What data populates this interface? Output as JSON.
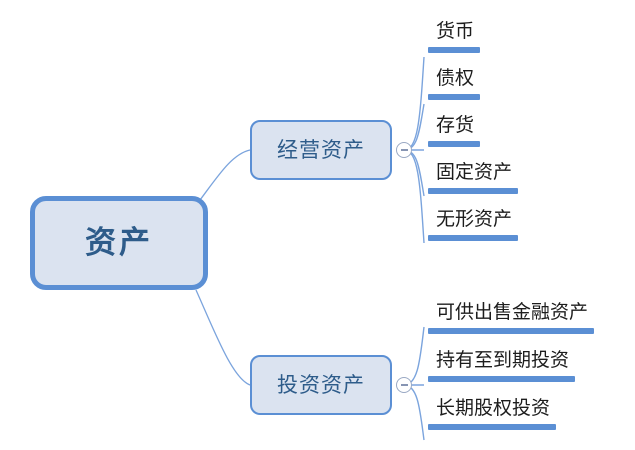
{
  "diagram": {
    "type": "mind-map",
    "title": "资产",
    "colors": {
      "node_fill": "#dbe3f0",
      "node_border": "#5b8fd4",
      "node_text": "#2e5c8a",
      "leaf_text": "#1d1d1d",
      "leaf_underline": "#5b8fd4",
      "connector": "#7ba4dd",
      "toggle_outline": "#9aa9c4",
      "background": "#ffffff"
    },
    "root": {
      "label": "资产"
    },
    "branches": [
      {
        "label": "经营资产",
        "toggle_icon": "minus-circle-icon",
        "toggle_state": "expanded",
        "leaves": [
          {
            "label": "货币"
          },
          {
            "label": "债权"
          },
          {
            "label": "存货"
          },
          {
            "label": "固定资产"
          },
          {
            "label": "无形资产"
          }
        ]
      },
      {
        "label": "投资资产",
        "toggle_icon": "minus-circle-icon",
        "toggle_state": "expanded",
        "leaves": [
          {
            "label": "可供出售金融资产"
          },
          {
            "label": "持有至到期投资"
          },
          {
            "label": "长期股权投资"
          }
        ]
      }
    ]
  }
}
